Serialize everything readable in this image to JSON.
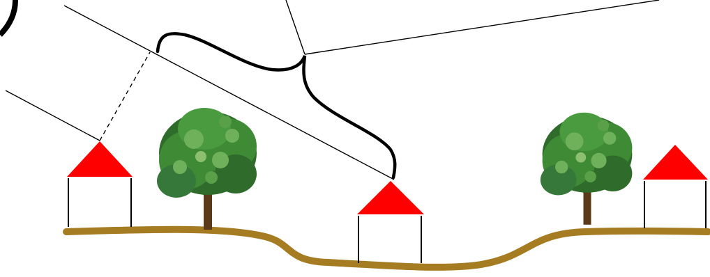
{
  "colors": {
    "background": "#ffffff",
    "ground": "#a67c22",
    "roof": "#ff0000",
    "house_wall": "#ffffff",
    "outline": "#000000",
    "tree_trunk": "#5b3a1a",
    "tree_foliage_dark": "#2f6b2a",
    "tree_foliage_mid": "#3f8a35",
    "tree_foliage_light": "#6fb15a"
  },
  "icons": {
    "house": "house-icon",
    "tree": "tree-icon",
    "sight_line": "sight-line",
    "brace": "curly-brace"
  },
  "scene": {
    "house_count": 3,
    "tree_count": 2
  }
}
